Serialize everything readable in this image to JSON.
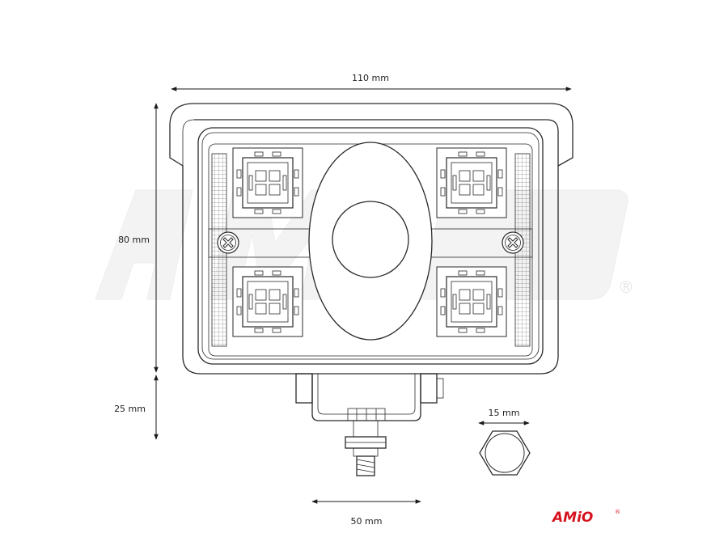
{
  "dimensions": {
    "width": "110 mm",
    "height": "80 mm",
    "mount_height": "25 mm",
    "nut_size": "15 mm",
    "bracket_width": "50 mm"
  },
  "brand": {
    "logo_text": "AMiO",
    "registered_mark": "®",
    "logo_color": "#d6121e",
    "watermark_color": "#f3f3f3"
  },
  "icons": {
    "screw": "screw-cross-icon",
    "led": "led-chip-icon"
  }
}
